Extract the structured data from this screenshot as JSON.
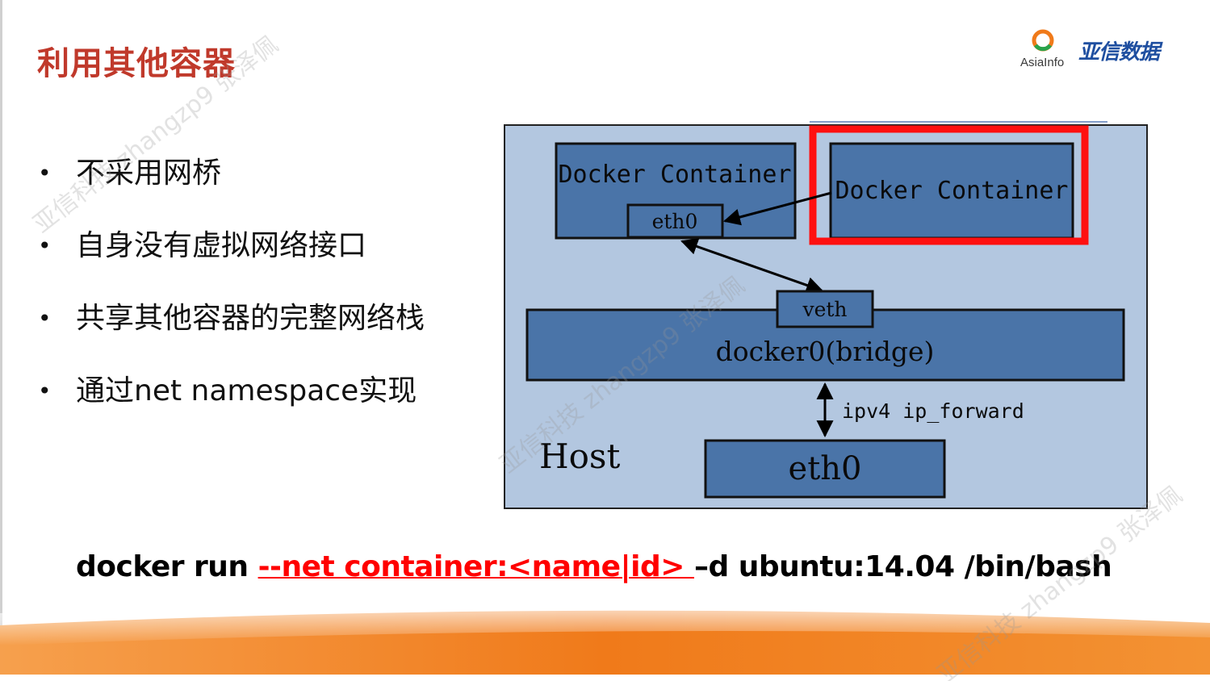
{
  "slide_title": "利用其他容器",
  "logo": {
    "en": "AsiaInfo",
    "cn": "亚信数据"
  },
  "bullets": [
    "不采用网桥",
    "自身没有虚拟网络接口",
    "共享其他容器的完整网络栈",
    "通过net namespace实现"
  ],
  "diagram": {
    "container_left_label": "Docker Container",
    "container_left_iface": "eth0",
    "container_right_label": "Docker Container",
    "veth_label": "veth",
    "bridge_label": "docker0(bridge)",
    "forward_label": "ipv4 ip_forward",
    "host_label": "Host",
    "host_iface": "eth0",
    "highlight_color": "#ff1010",
    "host_fill": "#b3c7e0",
    "box_fill": "#4a74a8"
  },
  "command": {
    "prefix": "docker run ",
    "option": "--net container:<name|id> ",
    "suffix": "–d ubuntu:14.04 /bin/bash"
  },
  "watermark": {
    "cn": "亚信科技 zhangzp9 张泽佩"
  }
}
